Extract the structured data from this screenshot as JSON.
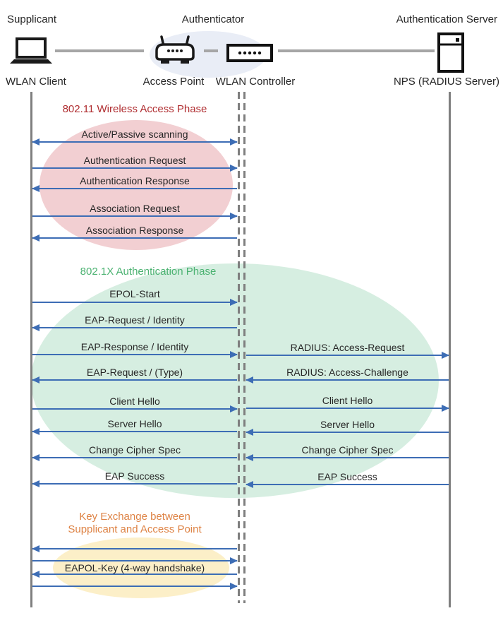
{
  "diagram": {
    "roles": {
      "supplicant": "Supplicant",
      "authenticator": "Authenticator",
      "auth_server": "Authentication Server"
    },
    "devices": {
      "wlan_client": "WLAN Client",
      "access_point": "Access Point",
      "wlan_controller": "WLAN Controller",
      "nps": "NPS (RADIUS Server)"
    },
    "phase1": {
      "title": "802.11 Wireless Access Phase",
      "messages": [
        "Active/Passive scanning",
        "Authentication Request",
        "Authentication Response",
        "Association Request",
        "Association Response"
      ]
    },
    "phase2": {
      "title": "802.1X Authentication Phase",
      "left_messages": [
        "EPOL-Start",
        "EAP-Request / Identity",
        "EAP-Response / Identity",
        "EAP-Request / (Type)",
        "Client Hello",
        "Server Hello",
        "Change Cipher Spec",
        "EAP Success"
      ],
      "right_messages": [
        "RADIUS: Access-Request",
        "RADIUS: Access-Challenge",
        "Client Hello",
        "Server Hello",
        "Change Cipher Spec",
        "EAP Success"
      ]
    },
    "phase3": {
      "title_line1": "Key Exchange between",
      "title_line2": "Supplicant and Access Point",
      "message": "EAPOL-Key (4-way handshake)"
    },
    "colors": {
      "arrow_blue": "#3D6DB5",
      "lifeline_gray": "#7F7F7F",
      "connector_gray": "#A6A6A6",
      "phase1_title": "#B02E31",
      "phase1_fill": "#F2CFD2",
      "phase2_title": "#4BB271",
      "phase2_fill": "#D6EEE1",
      "phase3_title": "#DE8345",
      "phase3_fill": "#FCEFC8",
      "authenticator_fill": "#E9EDF6"
    }
  }
}
